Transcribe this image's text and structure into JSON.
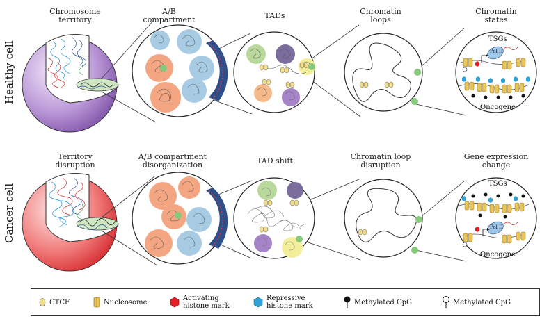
{
  "rows": {
    "healthy": "Healthy cell",
    "cancer": "Cancer cell"
  },
  "healthy": {
    "territory": [
      "Chromosome",
      "territory"
    ],
    "compartment": [
      "A/B",
      "compartment"
    ],
    "tads": "TADs",
    "loops": [
      "Chromatin",
      "loops"
    ],
    "states": [
      "Chromatin",
      "states"
    ],
    "tsgs": "TSGs",
    "oncogene": "Oncogene",
    "polii": "Pol II"
  },
  "cancer": {
    "territory": [
      "Territory",
      "disruption"
    ],
    "compartment": [
      "A/B compartment",
      "disorganization"
    ],
    "tads": "TAD shift",
    "loops": [
      "Chromatin loop",
      "disruption"
    ],
    "states": [
      "Gene expression",
      "change"
    ],
    "tsgs": "TSGs",
    "oncogene": "Oncogene",
    "polii": "Pol II"
  },
  "legend": {
    "ctcf": "CTCF",
    "nucleosome": "Nucleosome",
    "activating": [
      "Activating",
      "histone mark"
    ],
    "repressive": [
      "Repressive",
      "histone mark"
    ],
    "methylated": "Methylated CpG",
    "unmethylated": "Methylated CpG"
  },
  "colors": {
    "A_compartment": "#f4a582",
    "B_compartment": "#a6cbe3",
    "nucleus_healthy": "#9b6fc0",
    "nucleus_cancer": "#e8413f",
    "tad_green": "#b8d99b",
    "tad_purple": "#7b6d9e",
    "tad_orange": "#f6b98a",
    "tad_lilac": "#a585c8",
    "tad_yellow": "#f2ee9a",
    "loop_green": "#86c97a",
    "activating": "#e31e24",
    "repressive": "#2ea3d9",
    "ctcf": "#f3dc8a",
    "nucleosome": "#e9c55a"
  }
}
